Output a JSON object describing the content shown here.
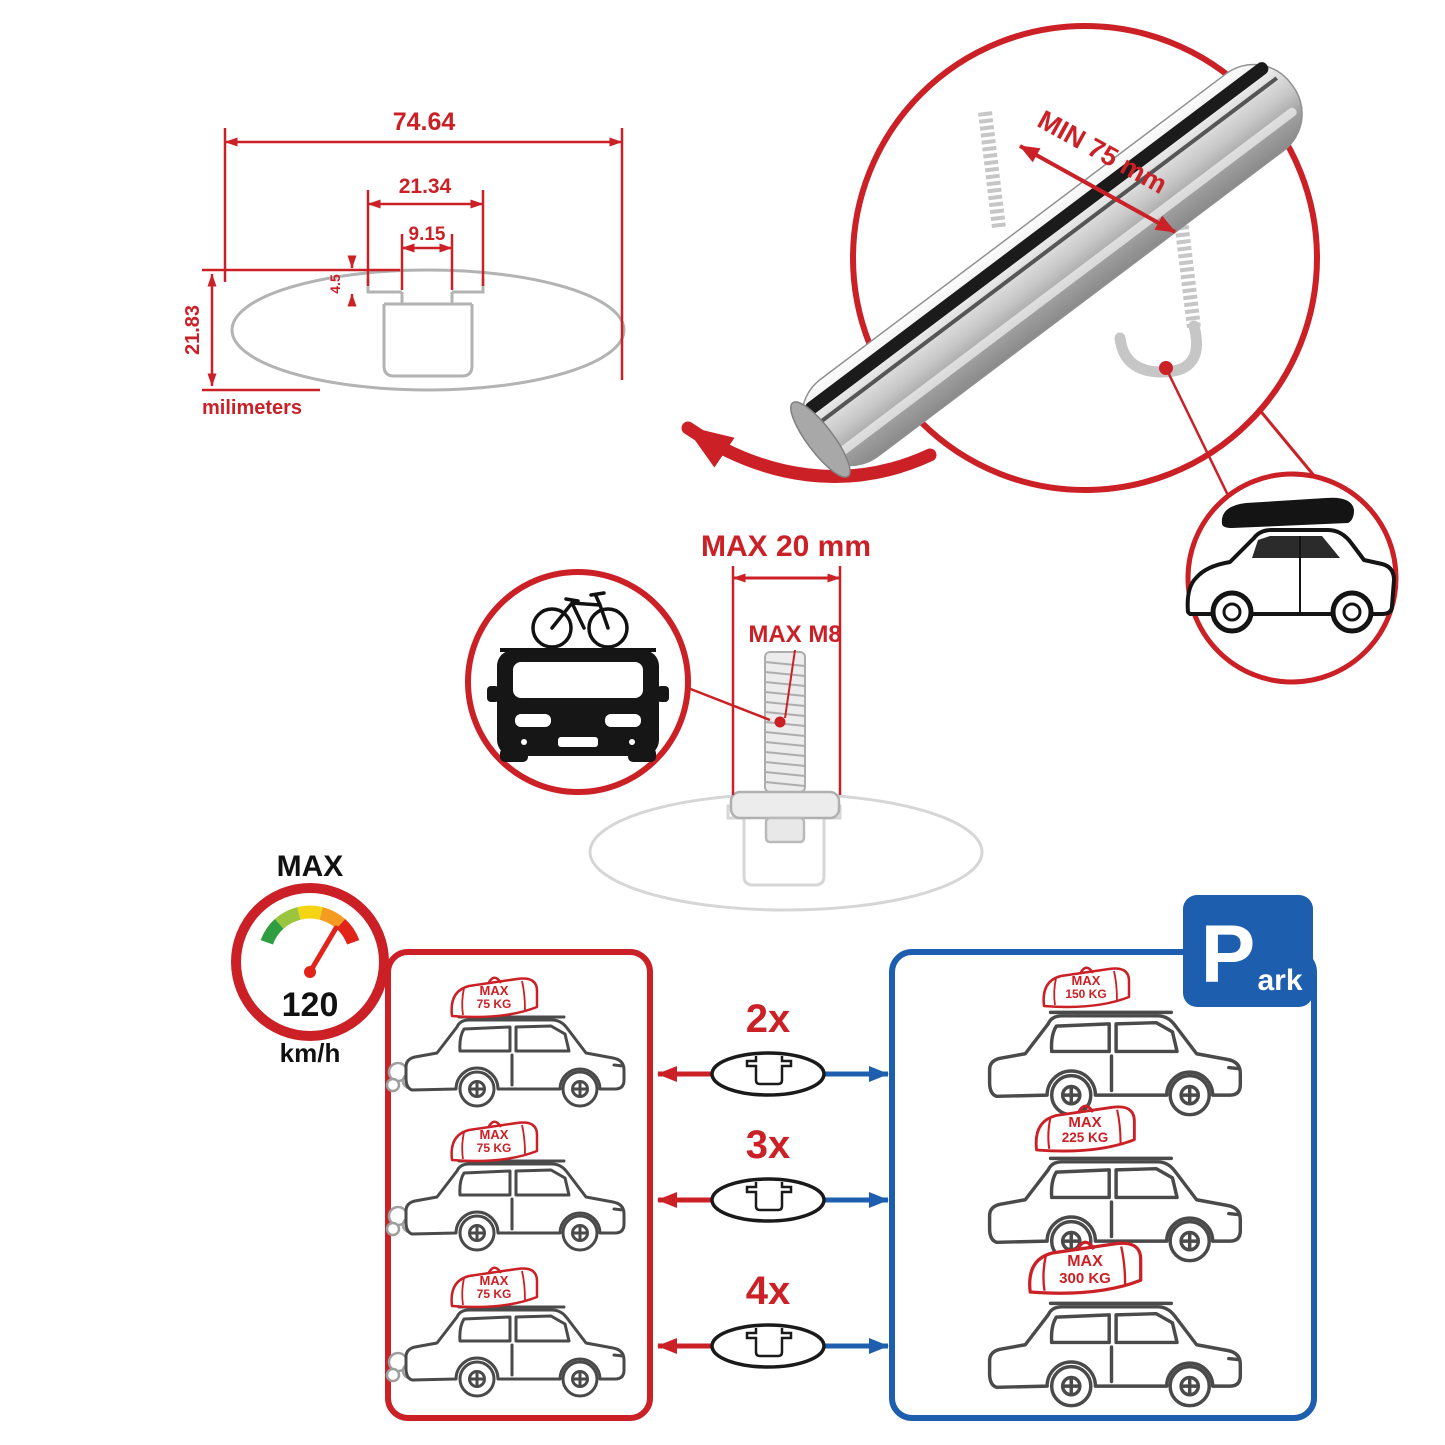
{
  "colors": {
    "red": "#cb2026",
    "blue": "#1d5fae",
    "gray": "#b3b3b3"
  },
  "cross_section": {
    "width_total": "74.64",
    "width_slot": "21.34",
    "width_inner": "9.15",
    "step_height": "4.5",
    "height_total": "21.83",
    "unit_label": "milimeters"
  },
  "clamp_detail": {
    "min_span": "MIN 75 mm"
  },
  "bolt_detail": {
    "max_width": "MAX 20 mm",
    "max_thread": "MAX M8"
  },
  "speed_limit": {
    "label": "MAX",
    "value": "120",
    "unit": "km/h"
  },
  "driving_panel": {
    "cars": [
      {
        "load_label": "MAX",
        "load_value": "75 KG"
      },
      {
        "load_label": "MAX",
        "load_value": "75 KG"
      },
      {
        "load_label": "MAX",
        "load_value": "75 KG"
      }
    ]
  },
  "parked_panel": {
    "cars": [
      {
        "load_label": "MAX",
        "load_value": "150 KG"
      },
      {
        "load_label": "MAX",
        "load_value": "225 KG"
      },
      {
        "load_label": "MAX",
        "load_value": "300 KG"
      }
    ]
  },
  "bar_quantities": [
    {
      "label": "2x"
    },
    {
      "label": "3x"
    },
    {
      "label": "4x"
    }
  ],
  "park_sign": {
    "letter": "P",
    "suffix": "ark"
  }
}
